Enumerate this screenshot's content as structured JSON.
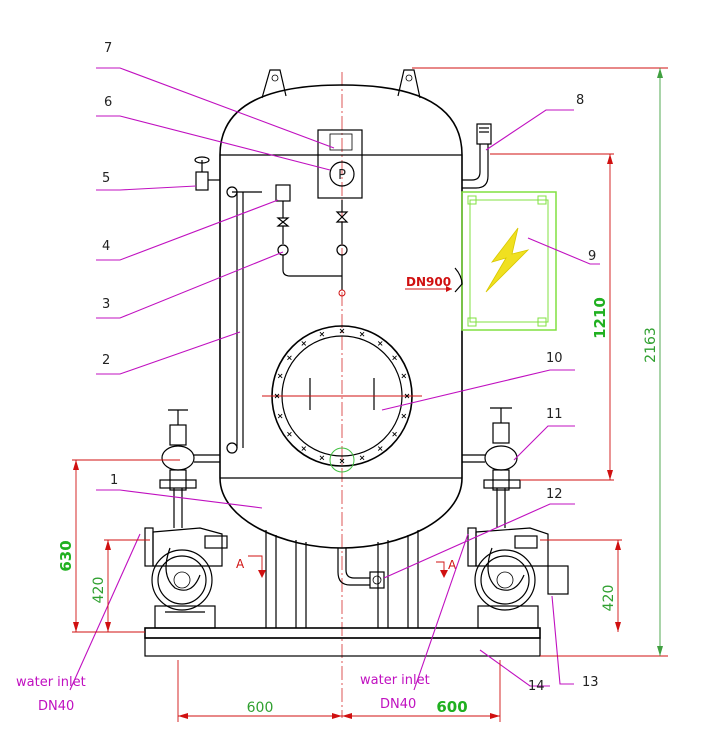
{
  "callouts": [
    "1",
    "2",
    "3",
    "4",
    "5",
    "6",
    "7",
    "8",
    "9",
    "10",
    "11",
    "12",
    "13",
    "14"
  ],
  "dimensions": {
    "overall_height": "2163",
    "nozzle_span": "1210",
    "base_to_outlet": "630",
    "pump_height_left": "420",
    "pump_height_right": "420",
    "spacing_left": "600",
    "spacing_right": "600"
  },
  "labels": {
    "manhole": "DN900",
    "section_left": "A",
    "section_right": "A",
    "inlet_left_name": "water inlet",
    "inlet_left_size": "DN40",
    "inlet_right_name": "water inlet",
    "inlet_right_size": "DN40",
    "pressure_gauge": "P"
  },
  "colors": {
    "leader": "#c010c0",
    "dimension": "#40a040",
    "section": "#d01010",
    "panel_frame": "#80e040",
    "lightning": "#f0e020"
  }
}
